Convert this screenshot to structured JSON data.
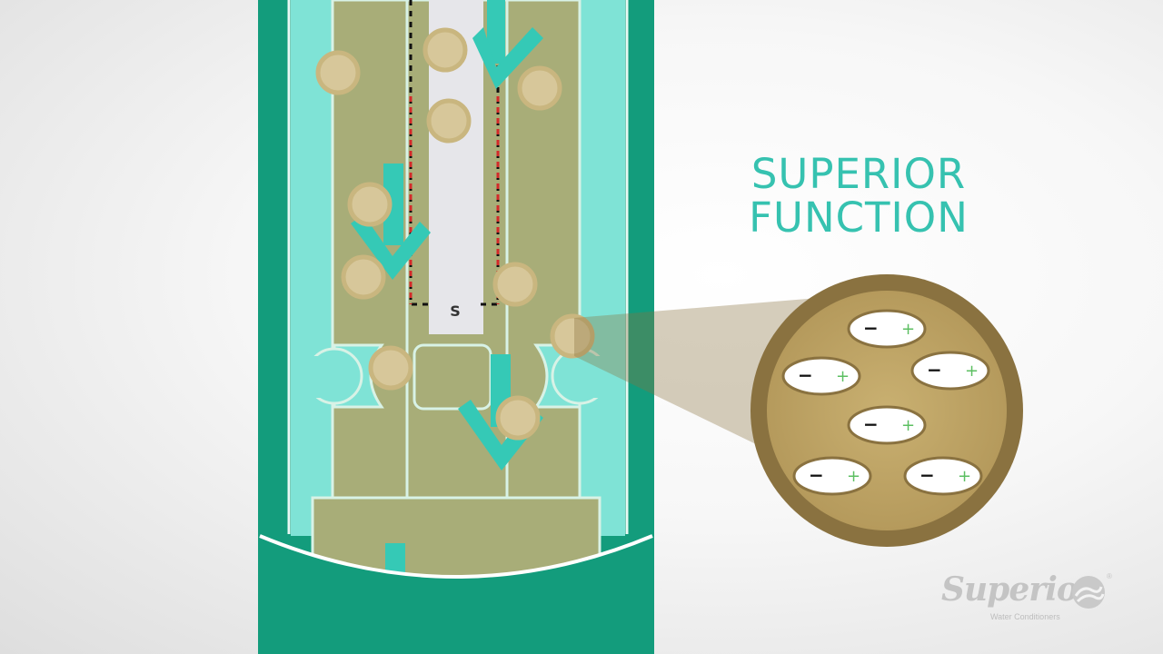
{
  "headline": {
    "line1": "SUPERIOR",
    "line2": "FUNCTION"
  },
  "tube_label": "S",
  "ion_charges": {
    "negative": "−",
    "positive": "+"
  },
  "logo": {
    "wordmark": "Superior",
    "tagline": "Water Conditioners",
    "registered": "®"
  },
  "colors": {
    "tank_green": "#139c7c",
    "liquid_aqua": "#7fe3d6",
    "resin_olive": "#a8ad78",
    "bead_tan": "#d7c79a",
    "arrow_teal": "#35c9b6",
    "bead_ring": "#8a7240",
    "headline_teal": "#36c2b0"
  },
  "icons": [
    "down-arrow-icon",
    "ion-pair-icon",
    "logo-swirl-icon"
  ]
}
